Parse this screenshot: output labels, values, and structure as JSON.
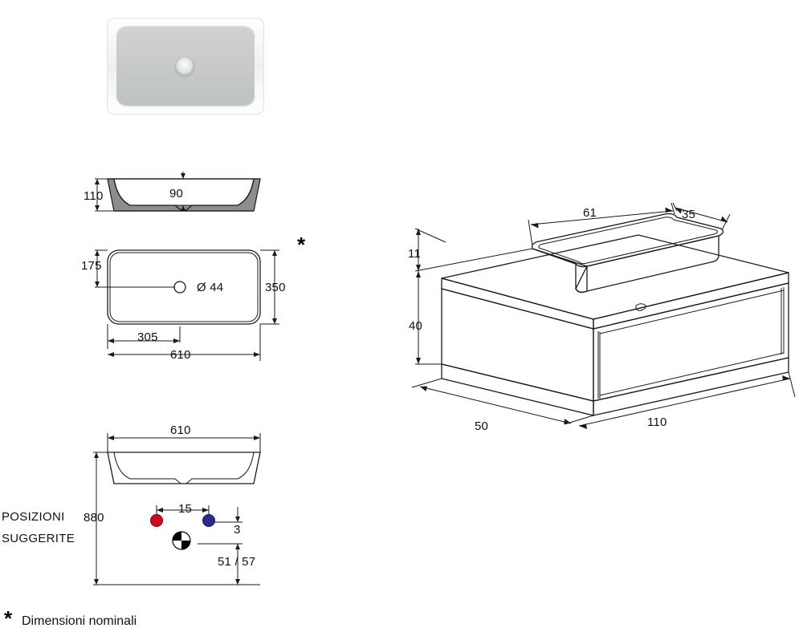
{
  "document": {
    "kind": "technical-drawing",
    "footnote_symbol": "*",
    "footnote_text": "Dimensioni nominali",
    "plan_marker": "*"
  },
  "views": {
    "photo": {
      "name": "basin-photo",
      "caption": ""
    },
    "section": {
      "name": "basin-section-view",
      "dims": [
        {
          "id": "height",
          "value": "110"
        },
        {
          "id": "drain-depth",
          "value": "90"
        }
      ]
    },
    "plan": {
      "name": "basin-plan-view",
      "dims": [
        {
          "id": "rim-offset",
          "value": "175"
        },
        {
          "id": "depth",
          "value": "350"
        },
        {
          "id": "drain-center",
          "value": "305"
        },
        {
          "id": "width",
          "value": "610"
        }
      ],
      "drain_label": "Ø 44",
      "marker": "*"
    },
    "front": {
      "name": "basin-front-elevation",
      "dims": [
        {
          "id": "width",
          "value": "610"
        },
        {
          "id": "mount-height",
          "value": "880"
        },
        {
          "id": "tap-spacing",
          "value": "15"
        },
        {
          "id": "offset-3",
          "value": "3"
        },
        {
          "id": "drain-height",
          "value": "51 / 57"
        }
      ],
      "legend_line1": "POSIZIONI",
      "legend_line2": "SUGGERITE",
      "points": [
        {
          "id": "hot-water-point",
          "color": "#cc0a1e"
        },
        {
          "id": "cold-water-point",
          "color": "#2b2b8f"
        },
        {
          "id": "drain-point",
          "color": "#000000"
        }
      ]
    },
    "iso": {
      "name": "vanity-isometric-view",
      "dims": [
        {
          "id": "basin-height",
          "value": "11"
        },
        {
          "id": "cabinet-height",
          "value": "40"
        },
        {
          "id": "cabinet-depth",
          "value": "50"
        },
        {
          "id": "cabinet-width",
          "value": "110"
        },
        {
          "id": "basin-width",
          "value": "61"
        },
        {
          "id": "basin-depth",
          "value": "35"
        }
      ]
    }
  },
  "colors": {
    "line": "#1a1a1a",
    "section_fill": "#8d8d8d",
    "hot": "#cc0a1e",
    "cold": "#2b2b8f"
  }
}
